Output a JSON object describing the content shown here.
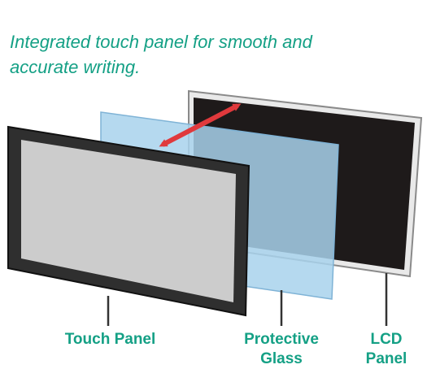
{
  "headline": {
    "line1": "Integrated touch panel for smooth and",
    "line2": "accurate writing."
  },
  "labels": {
    "touch_panel": "Touch Panel",
    "protective_glass": {
      "line1": "Protective",
      "line2": "Glass"
    },
    "lcd_panel": {
      "line1": "LCD",
      "line2": "Panel"
    }
  },
  "colors": {
    "text_accent": "#14a085",
    "arrow": "#e0393c",
    "glass": "#a8d2ec",
    "lcd_screen": "#1e1a1a",
    "touch_screen": "#dedede",
    "frame": "#333333"
  }
}
